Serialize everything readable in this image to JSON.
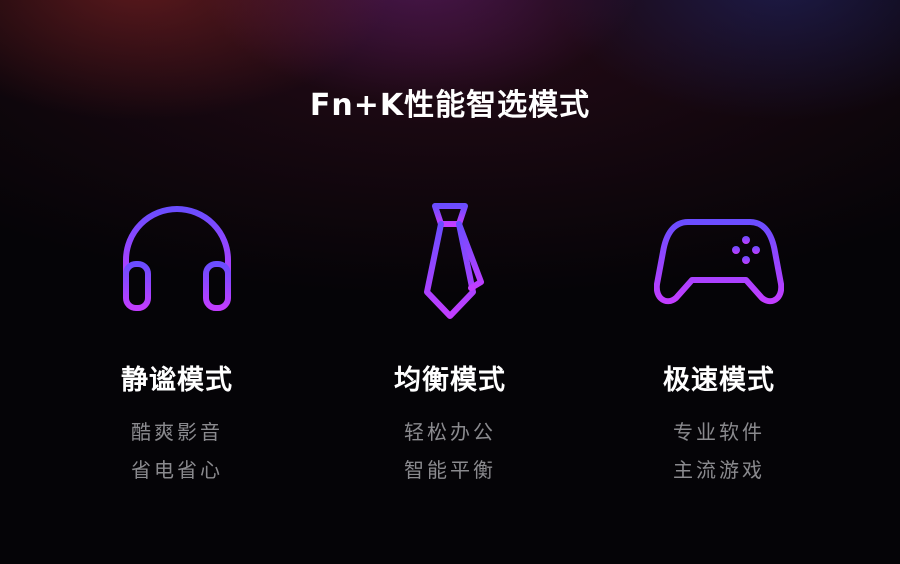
{
  "title": "Fn+K性能智选模式",
  "modes": [
    {
      "icon": "headphones-icon",
      "name": "静谧模式",
      "desc": [
        "酷爽影音",
        "省电省心"
      ]
    },
    {
      "icon": "necktie-icon",
      "name": "均衡模式",
      "desc": [
        "轻松办公",
        "智能平衡"
      ]
    },
    {
      "icon": "gamepad-icon",
      "name": "极速模式",
      "desc": [
        "专业软件",
        "主流游戏"
      ]
    }
  ],
  "colors": {
    "icon_gradient_top": "#6a4dff",
    "icon_gradient_bottom": "#c23dff",
    "background": "#050407"
  }
}
